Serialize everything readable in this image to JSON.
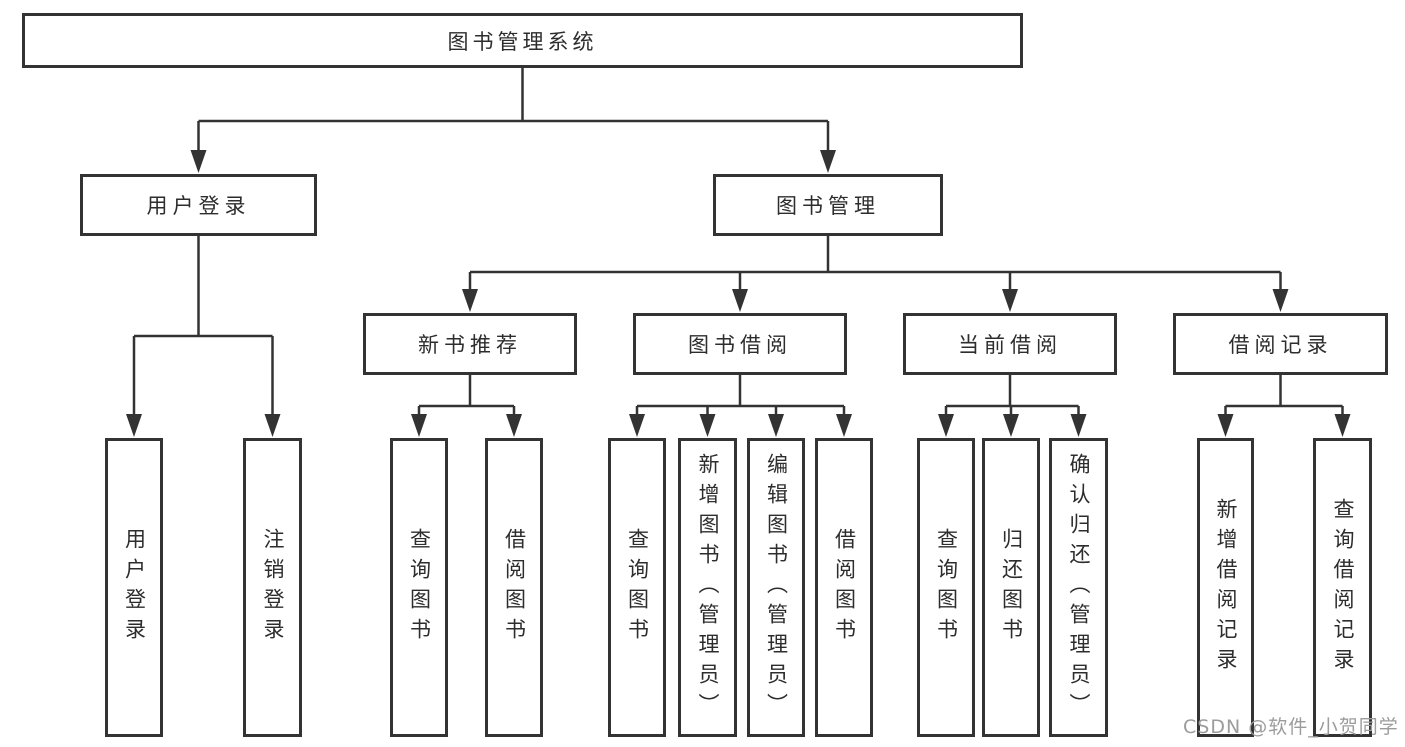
{
  "diagram": {
    "colors": {
      "line": "#333333",
      "box_border": "#333333",
      "text": "#2d2d2d",
      "watermark": "#9c9c9c"
    },
    "tree": {
      "root": {
        "label": "图书管理系统"
      },
      "branches": [
        {
          "label": "用户登录",
          "children": [
            {
              "label": "用户登录"
            },
            {
              "label": "注销登录"
            }
          ]
        },
        {
          "label": "图书管理",
          "children": [
            {
              "label": "新书推荐",
              "children": [
                {
                  "label": "查询图书"
                },
                {
                  "label": "借阅图书"
                }
              ]
            },
            {
              "label": "图书借阅",
              "children": [
                {
                  "label": "查询图书"
                },
                {
                  "label": "新增图书（管理员）"
                },
                {
                  "label": "编辑图书（管理员）"
                },
                {
                  "label": "借阅图书"
                }
              ]
            },
            {
              "label": "当前借阅",
              "children": [
                {
                  "label": "查询图书"
                },
                {
                  "label": "归还图书"
                },
                {
                  "label": "确认归还（管理员）"
                }
              ]
            },
            {
              "label": "借阅记录",
              "children": [
                {
                  "label": "新增借阅记录"
                },
                {
                  "label": "查询借阅记录"
                }
              ]
            }
          ]
        }
      ]
    },
    "watermark": "CSDN @软件_小贺同学"
  }
}
